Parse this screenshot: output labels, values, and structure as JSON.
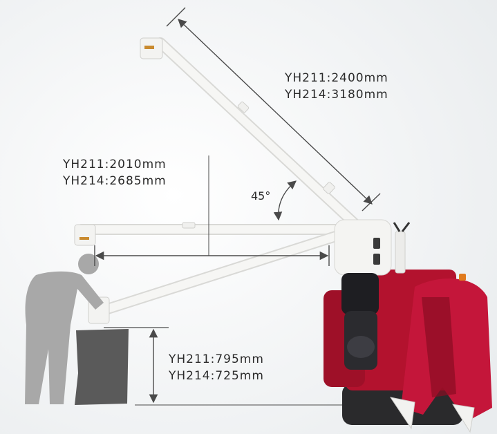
{
  "dimensions": {
    "auger_length": {
      "line1": "YH211:2400mm",
      "line2": "YH214:3180mm"
    },
    "auger_reach": {
      "line1": "YH211:2010mm",
      "line2": "YH214:2685mm"
    },
    "discharge_height": {
      "line1": "YH211:795mm",
      "line2": "YH214:725mm"
    },
    "angle": "45°"
  },
  "colors": {
    "background": "#ffffff",
    "background_shade": "#eef1f2",
    "auger_white": "#f6f6f4",
    "machine_red": "#b3122e",
    "machine_dark": "#1e1e22",
    "figure_gray": "#a8a8a8",
    "bag_gray": "#5a5a5a",
    "dimension_line": "#4a4a4a"
  }
}
